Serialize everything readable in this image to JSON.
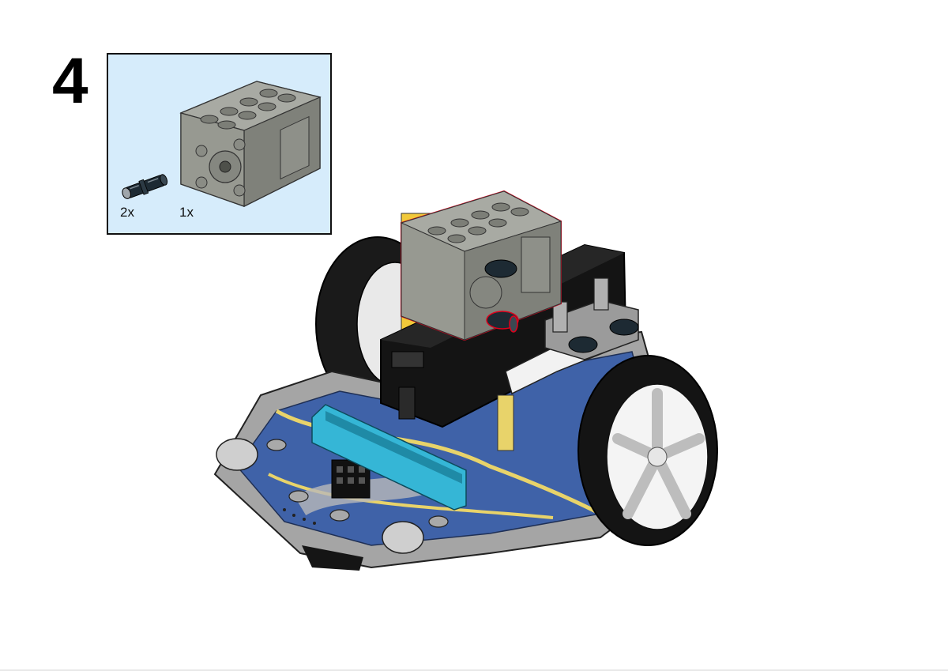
{
  "step": {
    "number": "4"
  },
  "parts_list": {
    "items": [
      {
        "name": "connector-pin",
        "quantity": "2x"
      },
      {
        "name": "medium-motor",
        "quantity": "1x"
      }
    ]
  },
  "colors": {
    "callout_bg": "#d6ecfb",
    "motor_gray": "#9a9c95",
    "highlight": "#e0001b",
    "board_blue": "#3f62a8",
    "accent_cyan": "#35b6d6",
    "accent_yellow": "#e8d36a"
  }
}
